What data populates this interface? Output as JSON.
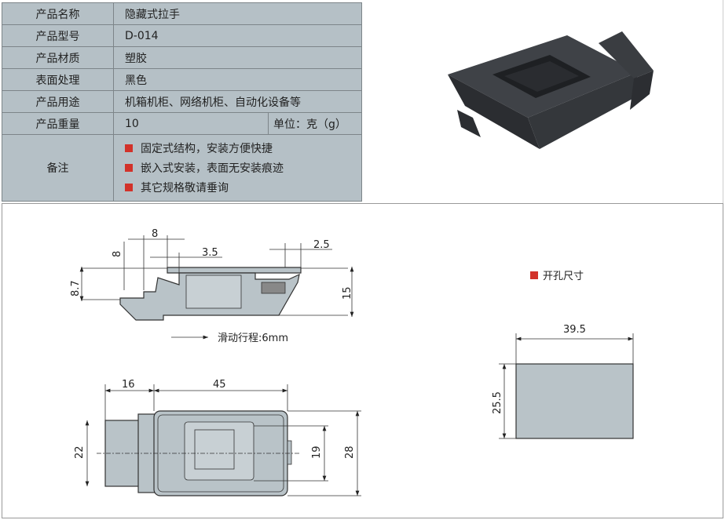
{
  "spec": {
    "rows": [
      {
        "label": "产品名称",
        "value": "隐藏式拉手"
      },
      {
        "label": "产品型号",
        "value": "D-014"
      },
      {
        "label": "产品材质",
        "value": "塑胶"
      },
      {
        "label": "表面处理",
        "value": "黑色"
      },
      {
        "label": "产品用途",
        "value": "机箱机柜、网络机柜、自动化设备等"
      }
    ],
    "weight": {
      "label": "产品重量",
      "value": "10",
      "unit": "单位：克（g）"
    },
    "notes": {
      "label": "备注",
      "items": [
        "固定式结构，安装方便快捷",
        "嵌入式安装，表面无安装痕迹",
        "其它规格敬请垂询"
      ]
    }
  },
  "drawing": {
    "side": {
      "dims": [
        "8",
        "8",
        "3.5",
        "2.5",
        "8.7",
        "15"
      ],
      "stroke_label": "滑动行程:6mm"
    },
    "top": {
      "dims": [
        "16",
        "45",
        "22",
        "19",
        "28"
      ]
    },
    "cutout": {
      "title": "开孔尺寸",
      "dims": [
        "39.5",
        "25.5"
      ]
    }
  },
  "colors": {
    "table_bg": "#b5c0c6",
    "bullet": "#d2322a",
    "part_fill": "#b9c3c8"
  }
}
